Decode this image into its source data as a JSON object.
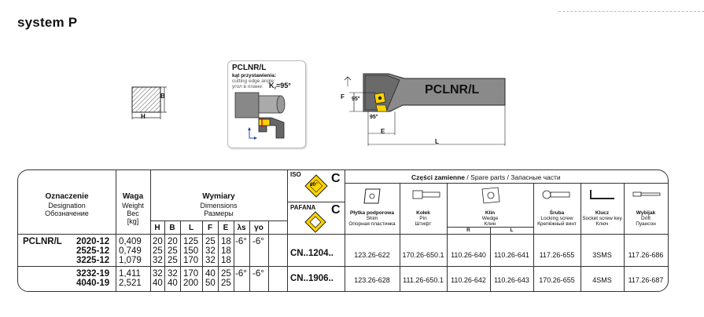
{
  "page": {
    "title": "system P"
  },
  "insert_callout": {
    "code": "PCLNR/L",
    "angle_pl": "kąt przystawienia:",
    "angle_en": "cutting edge angle:",
    "angle_ru": "угол в плане:",
    "angle_value": "K  =95°",
    "angle_sub": "r"
  },
  "section_drawing": {
    "dim_b": "B",
    "dim_h": "H"
  },
  "holder_drawing": {
    "label": "PCLNR/L",
    "dim_f": "F",
    "dim_e": "E",
    "dim_l": "L",
    "angle_top": "95°",
    "angle_bottom": "95°"
  },
  "table": {
    "designation": {
      "pl": "Oznaczenie",
      "en": "Designation",
      "ru": "Обозначение"
    },
    "weight": {
      "pl": "Waga",
      "en": "Weight",
      "ru": "Вес",
      "unit": "[kg]"
    },
    "dimensions": {
      "pl": "Wymiary",
      "en": "Dimensions",
      "ru": "Размеры"
    },
    "dim_cols": [
      "H",
      "B",
      "L",
      "F",
      "E",
      "λs",
      "γo"
    ],
    "iso_label": "ISO",
    "iso_letter": "C",
    "iso_angle": "80°",
    "pafana_label": "PAFANA",
    "pafana_letter": "C",
    "spare_parts": {
      "pl": "Części zamienne",
      "sep1": "/",
      "en": "Spare parts",
      "sep2": "/",
      "ru": "Запасные части"
    },
    "parts": [
      {
        "icon": "shim-icon",
        "pl": "Płytka podporowa",
        "en": "Shim",
        "ru": "Опорная пластинка"
      },
      {
        "icon": "pin-icon",
        "pl": "Kołek",
        "en": "Pin",
        "ru": "Штифт"
      },
      {
        "icon": "wedge-icon",
        "pl": "Klin",
        "en": "Wedge",
        "ru": "Клин",
        "r": "R",
        "l": "L"
      },
      {
        "icon": "screw-icon",
        "pl": "Śruba",
        "en": "Locking screw",
        "ru": "Крепёжный винт"
      },
      {
        "icon": "key-icon",
        "pl": "Klucz",
        "en": "Socket screw key",
        "ru": "Ключ"
      },
      {
        "icon": "drift-icon",
        "pl": "Wybijak",
        "en": "Drift",
        "ru": "Пуансон"
      }
    ],
    "group1": {
      "prefix": "PCLNR/L",
      "rows": [
        {
          "code": "2020-12",
          "weight": "0,409",
          "H": "20",
          "B": "20",
          "L": "125",
          "F": "25",
          "E": "18"
        },
        {
          "code": "2525-12",
          "weight": "0,749",
          "H": "25",
          "B": "25",
          "L": "150",
          "F": "32",
          "E": "18"
        },
        {
          "code": "3225-12",
          "weight": "1,079",
          "H": "32",
          "B": "25",
          "L": "170",
          "F": "32",
          "E": "18"
        }
      ],
      "lambda": "-6°",
      "gamma": "-6°",
      "insert": "CN..1204..",
      "shim": "123.26-622",
      "pin": "170.26-650.1",
      "wedge_r": "110.26-640",
      "wedge_l": "110.26-641",
      "screw": "117.26-655",
      "key": "3SMS",
      "drift": "117.26-686"
    },
    "group2": {
      "rows": [
        {
          "code": "3232-19",
          "weight": "1,411",
          "H": "32",
          "B": "32",
          "L": "170",
          "F": "40",
          "E": "25"
        },
        {
          "code": "4040-19",
          "weight": "2,521",
          "H": "40",
          "B": "40",
          "L": "200",
          "F": "50",
          "E": "25"
        }
      ],
      "lambda": "-6°",
      "gamma": "-6°",
      "insert": "CN..1906..",
      "shim": "123.26-628",
      "pin": "111.26-650.1",
      "wedge_r": "110.26-642",
      "wedge_l": "110.26-643",
      "screw": "170.26-655",
      "key": "4SMS",
      "drift": "117.26-687"
    }
  }
}
